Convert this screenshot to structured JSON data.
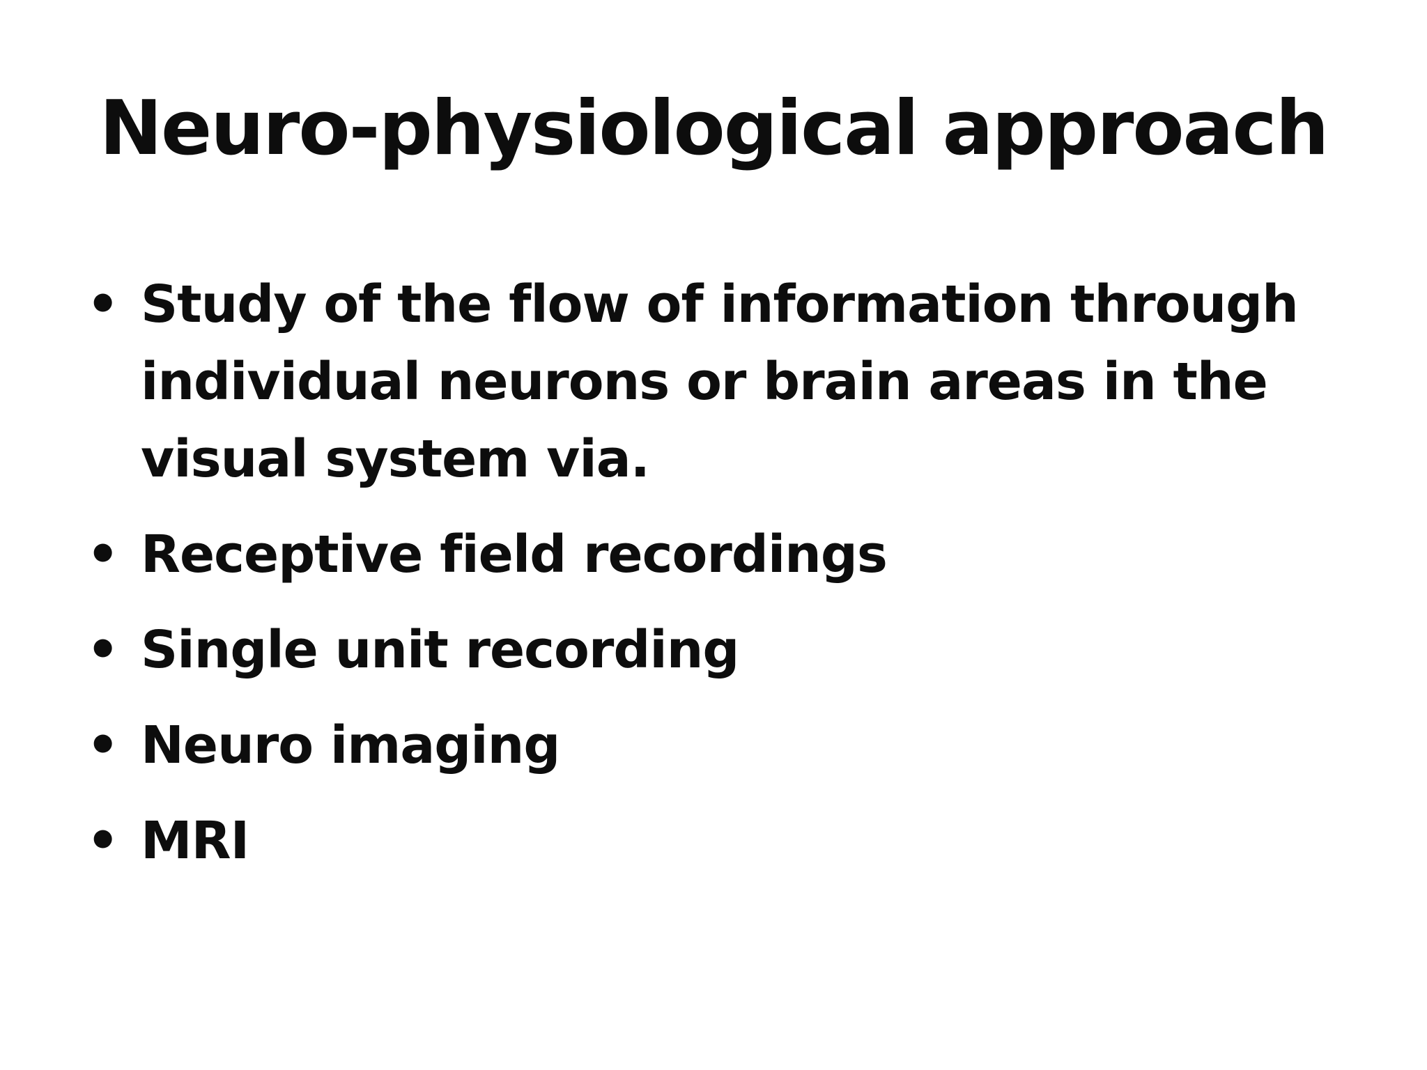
{
  "slide": {
    "title": "Neuro-physiological approach",
    "bullet_symbol": "•",
    "bullets": [
      "Study of the flow of information through individual neurons or brain areas in the visual system via.",
      "Receptive field recordings",
      "Single unit recording",
      "Neuro imaging",
      "MRI"
    ]
  }
}
